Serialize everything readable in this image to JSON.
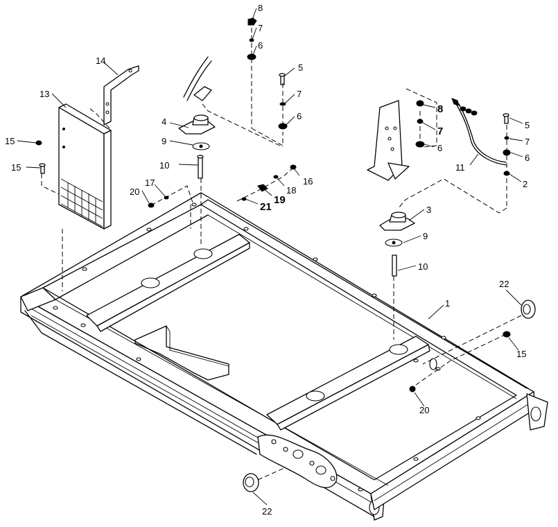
{
  "callouts": {
    "c1": "1",
    "c2": "2",
    "c3": "3",
    "c4": "4",
    "c5a": "5",
    "c5b": "5",
    "c6a": "6",
    "c6b": "6",
    "c6c": "6",
    "c6d": "6",
    "c7a": "7",
    "c7b": "7",
    "c7c": "7",
    "c7d": "7",
    "c8a": "8",
    "c8b": "8",
    "c9a": "9",
    "c9b": "9",
    "c10a": "10",
    "c10b": "10",
    "c11": "11",
    "c13": "13",
    "c14": "14",
    "c15a": "15",
    "c15b": "15",
    "c15c": "15",
    "c16": "16",
    "c17": "17",
    "c18": "18",
    "c19": "19",
    "c20a": "20",
    "c20b": "20",
    "c21": "21",
    "c22a": "22",
    "c22b": "22"
  }
}
